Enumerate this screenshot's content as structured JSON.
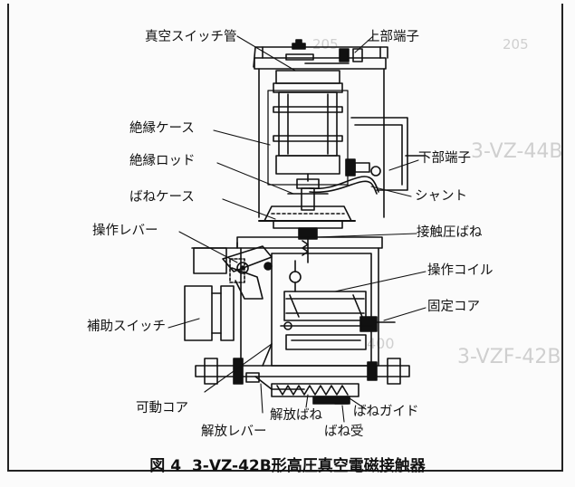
{
  "figure": {
    "caption": {
      "number": "図 4",
      "title": "3-VZ-42B形高圧真空電磁接触器"
    },
    "labels": {
      "vacuum_switch_tube": "真空スイッチ管",
      "upper_terminal": "上部端子",
      "insulating_case": "絶縁ケース",
      "insulating_rod": "絶縁ロッド",
      "lower_terminal": "下部端子",
      "spring_case": "ばねケース",
      "shunt": "シャント",
      "operating_lever": "操作レバー",
      "contact_pressure_spring": "接触圧ばね",
      "operating_coil": "操作コイル",
      "auxiliary_switch": "補助スイッチ",
      "fixed_core": "固定コア",
      "movable_core": "可動コア",
      "release_spring": "解放ばね",
      "spring_guide": "ばねガイド",
      "release_lever": "解放レバー",
      "spring_seat": "ばね受"
    }
  }
}
